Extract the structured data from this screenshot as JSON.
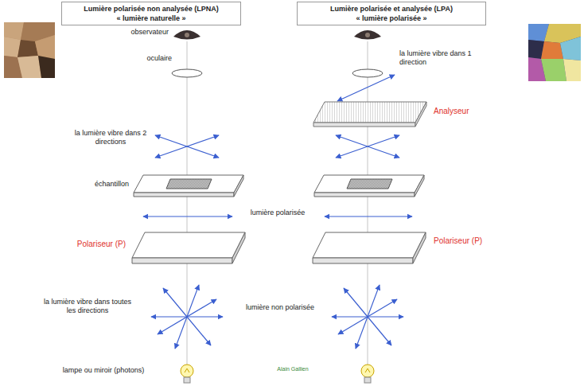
{
  "diagram": {
    "nodes": [
      {
        "text": [
          "Lumière polarisée non analysée (LPNA)",
          "« lumière naturelle »"
        ]
      },
      {
        "text": [
          "Lumière polarisée et analysée (LPA)",
          "« lumière polarisée »"
        ]
      }
    ],
    "labels": [
      "observateur",
      "oculaire",
      "la lumière vibre dans 1 direction",
      "Analyseur",
      "la lumière vibre dans 2 directions",
      "échantillon",
      "lumière polarisée",
      "Polariseur (P)",
      "Polariseur (P)",
      "la lumière vibre dans toutes les directions",
      "lumière non polarisée",
      "lampe ou miroir (photons)",
      "Alain Gallien"
    ]
  }
}
